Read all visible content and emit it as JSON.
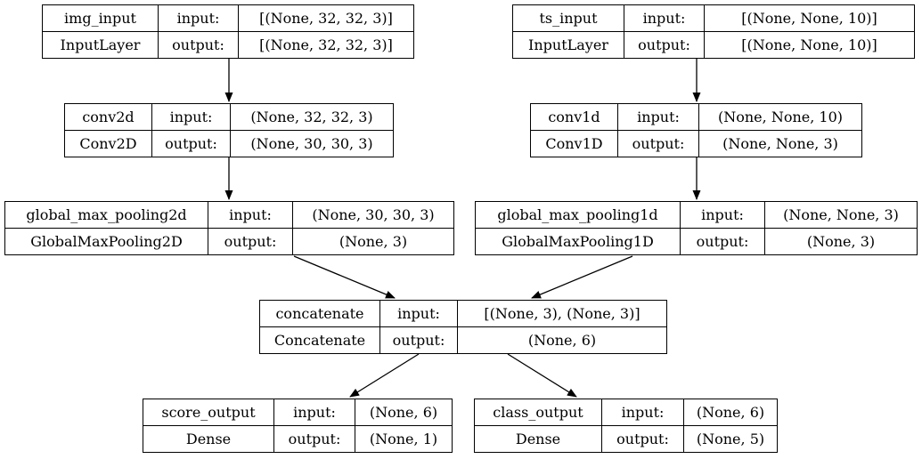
{
  "graph": {
    "kind": "keras-model-architecture-diagram",
    "colors": {
      "background": "#ffffff",
      "border": "#000000",
      "text": "#000000",
      "edge": "#000000"
    },
    "labels": {
      "input": "input:",
      "output": "output:"
    },
    "nodes": [
      {
        "name": "img_input",
        "class_name": "InputLayer",
        "input_shape": "[(None, 32, 32, 3)]",
        "output_shape": "[(None, 32, 32, 3)]"
      },
      {
        "name": "ts_input",
        "class_name": "InputLayer",
        "input_shape": "[(None, None, 10)]",
        "output_shape": "[(None, None, 10)]"
      },
      {
        "name": "conv2d",
        "class_name": "Conv2D",
        "input_shape": "(None, 32, 32, 3)",
        "output_shape": "(None, 30, 30, 3)"
      },
      {
        "name": "conv1d",
        "class_name": "Conv1D",
        "input_shape": "(None, None, 10)",
        "output_shape": "(None, None, 3)"
      },
      {
        "name": "global_max_pooling2d",
        "class_name": "GlobalMaxPooling2D",
        "input_shape": "(None, 30, 30, 3)",
        "output_shape": "(None, 3)"
      },
      {
        "name": "global_max_pooling1d",
        "class_name": "GlobalMaxPooling1D",
        "input_shape": "(None, None, 3)",
        "output_shape": "(None, 3)"
      },
      {
        "name": "concatenate",
        "class_name": "Concatenate",
        "input_shape": "[(None, 3), (None, 3)]",
        "output_shape": "(None, 6)"
      },
      {
        "name": "score_output",
        "class_name": "Dense",
        "input_shape": "(None, 6)",
        "output_shape": "(None, 1)"
      },
      {
        "name": "class_output",
        "class_name": "Dense",
        "input_shape": "(None, 6)",
        "output_shape": "(None, 5)"
      }
    ],
    "edges": [
      {
        "from": "img_input",
        "to": "conv2d"
      },
      {
        "from": "ts_input",
        "to": "conv1d"
      },
      {
        "from": "conv2d",
        "to": "global_max_pooling2d"
      },
      {
        "from": "conv1d",
        "to": "global_max_pooling1d"
      },
      {
        "from": "global_max_pooling2d",
        "to": "concatenate"
      },
      {
        "from": "global_max_pooling1d",
        "to": "concatenate"
      },
      {
        "from": "concatenate",
        "to": "score_output"
      },
      {
        "from": "concatenate",
        "to": "class_output"
      }
    ]
  }
}
